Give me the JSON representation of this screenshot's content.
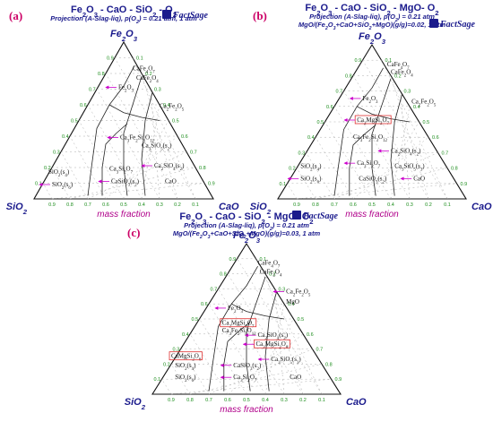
{
  "panels": [
    {
      "label": "(a)",
      "title": "Fe2O3 - CaO - SiO2 - O2",
      "subtitle_1": "Projection (A-Slag-liq), p(O2) = 0.21 atm, 1 atm",
      "subtitle_2": "",
      "phases": [
        "CaFe4O7",
        "CaFe2O4",
        "Fe2O3",
        "Ca2Fe2O5",
        "Ca3Fe2Si3O12",
        "Ca3SiO5(s2)",
        "Ca2SiO4(s2)",
        "SiO2(s4)",
        "SiO2(s6)",
        "Ca3Si2O7",
        "CaSiO3(s2)",
        "CaO"
      ]
    },
    {
      "label": "(b)",
      "title": "Fe2O3 - CaO - SiO2 - MgO- O2",
      "subtitle_1": "Projection (A-Slag-liq), p(O2) = 0.21 atm",
      "subtitle_2": "MgO/(Fe2O3+CaO+SiO2+MgO)(g/g)=0.02, 1 atm",
      "phases": [
        "CaFe4O7",
        "CaFe2O4",
        "Fe2O3",
        "Ca2Fe2O5",
        "Ca2MgSi2O7",
        "Ca3Fe2Si3O12",
        "Ca2SiO4(s2)",
        "SiO2(s4)",
        "Ca3Si2O7",
        "Ca3SiO5(s3)",
        "SiO2(s6)",
        "CaSiO3(s2)",
        "CaO"
      ]
    },
    {
      "label": "(c)",
      "title": "Fe2O3 - CaO - SiO2 - MgO- O2",
      "subtitle_1": "Projection (A-Slag-liq), p(O2) = 0.21 atm",
      "subtitle_2": "MgO/(Fe2O3+CaO+SiO2+MgO)(g/g)=0.03, 1 atm",
      "phases": [
        "CaFe4O7",
        "CaFe2O4",
        "Ca2Fe2O5",
        "MgO",
        "Fe2O3",
        "Ca2MgSi2O7",
        "Ca2SiO4(s2)",
        "Ca3Fe2Si3O12",
        "Ca3MgSi2O8",
        "CaMgSi2O6",
        "Ca3SiO5(s3)",
        "SiO2(s4)",
        "CaSiO3(s2)",
        "SiO2(s6)",
        "Ca3Si2O7",
        "CaO"
      ]
    }
  ],
  "vertex_top": "Fe2O3",
  "vertex_left": "SiO2",
  "vertex_right": "CaO",
  "axis_label": "mass fraction",
  "ticks": [
    "0.1",
    "0.2",
    "0.3",
    "0.4",
    "0.5",
    "0.6",
    "0.7",
    "0.8",
    "0.9"
  ],
  "logo_text": "FactSage",
  "colors": {
    "title": "#1a1a8c",
    "label": "#cc0066",
    "tick": "#1a8c1a",
    "arrow": "#cc00cc",
    "highlight": "#e03030"
  }
}
